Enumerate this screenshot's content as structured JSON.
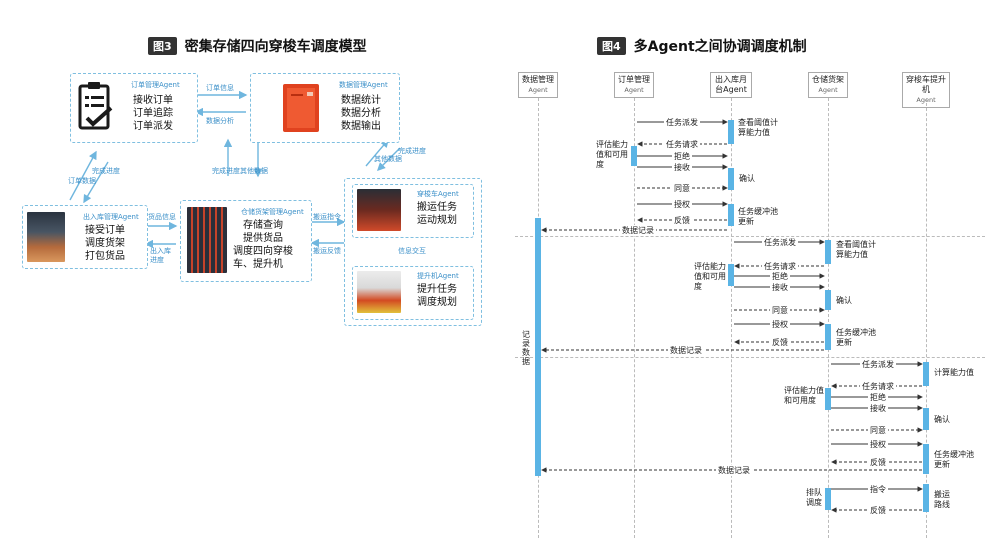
{
  "fig3": {
    "tag": "图3",
    "title": "密集存储四向穿梭车调度模型",
    "order_agent": {
      "label": "订单管理Agent",
      "lines": [
        "接收订单",
        "订单追踪",
        "订单派发"
      ]
    },
    "data_agent": {
      "label": "数据管理Agent",
      "lines": [
        "数据统计",
        "数据分析",
        "数据输出"
      ]
    },
    "io_agent": {
      "label": "出入库管理Agent",
      "lines": [
        "接受订单",
        "调度货架",
        "打包货品"
      ]
    },
    "rack_agent": {
      "label": "仓储货架管理Agent",
      "lines": [
        "存储查询",
        "提供货品",
        "调度四向穿梭",
        "车、提升机"
      ]
    },
    "shuttle_agent": {
      "label": "穿梭车Agent",
      "lines": [
        "搬运任务",
        "运动规划"
      ]
    },
    "lift_agent": {
      "label": "提升机Agent",
      "lines": [
        "提升任务",
        "调度规划"
      ]
    },
    "edges": {
      "order_info": "订单信息",
      "data_analysis": "数据分析",
      "complete_progress_1": "完成进度",
      "order_data": "订单数据",
      "complete_progress_2": "完成进度",
      "other_data_1": "其他数据",
      "other_data_2": "其他数据",
      "complete_progress_3": "完成进度",
      "goods_info": "货品信息",
      "io_progress": "出入库进度",
      "carry_cmd": "搬运指令",
      "carry_feedback": "搬运反馈",
      "info_exchange": "信息交互"
    }
  },
  "fig4": {
    "tag": "图4",
    "title": "多Agent之间协调调度机制",
    "lanes": [
      {
        "name": "数据管理",
        "sub": "Agent"
      },
      {
        "name": "订单管理",
        "sub": "Agent"
      },
      {
        "name": "出入库月台Agent",
        "sub": ""
      },
      {
        "name": "仓储货架",
        "sub": "Agent"
      },
      {
        "name": "穿梭车提升机",
        "sub": "Agent"
      }
    ],
    "record_label": "记录数据",
    "p1": {
      "dispatch": "任务派发",
      "check": "查看阈值计算能力值",
      "request": "任务请求",
      "eval": "评估能力值和可用度",
      "reject": "拒绝",
      "accept": "接收",
      "confirm": "确认",
      "agree": "同意",
      "auth": "授权",
      "buffer": "任务缓冲池更新",
      "feedback": "反馈",
      "record": "数据记录"
    },
    "p2": {
      "dispatch": "任务派发",
      "check": "查看阈值计算能力值",
      "request": "任务请求",
      "eval": "评估能力值和可用度",
      "reject": "拒绝",
      "accept": "接收",
      "confirm": "确认",
      "agree": "同意",
      "auth": "授权",
      "buffer": "任务缓冲池更新",
      "feedback": "反馈",
      "record": "数据记录"
    },
    "p3": {
      "dispatch": "任务派发",
      "calc": "计算能力值",
      "request": "任务请求",
      "eval": "评估能力值和可用度",
      "reject": "拒绝",
      "accept": "接收",
      "confirm": "确认",
      "agree": "同意",
      "auth": "授权",
      "buffer": "任务缓冲池更新",
      "feedback": "反馈",
      "record": "数据记录"
    },
    "p4": {
      "queue": "排队调度",
      "cmd": "指令",
      "carry": "搬运路线",
      "feedback": "反馈"
    }
  },
  "colors": {
    "accent": "#5ab4e5",
    "dash": "#7fbfe0",
    "label": "#3a8fc8"
  }
}
